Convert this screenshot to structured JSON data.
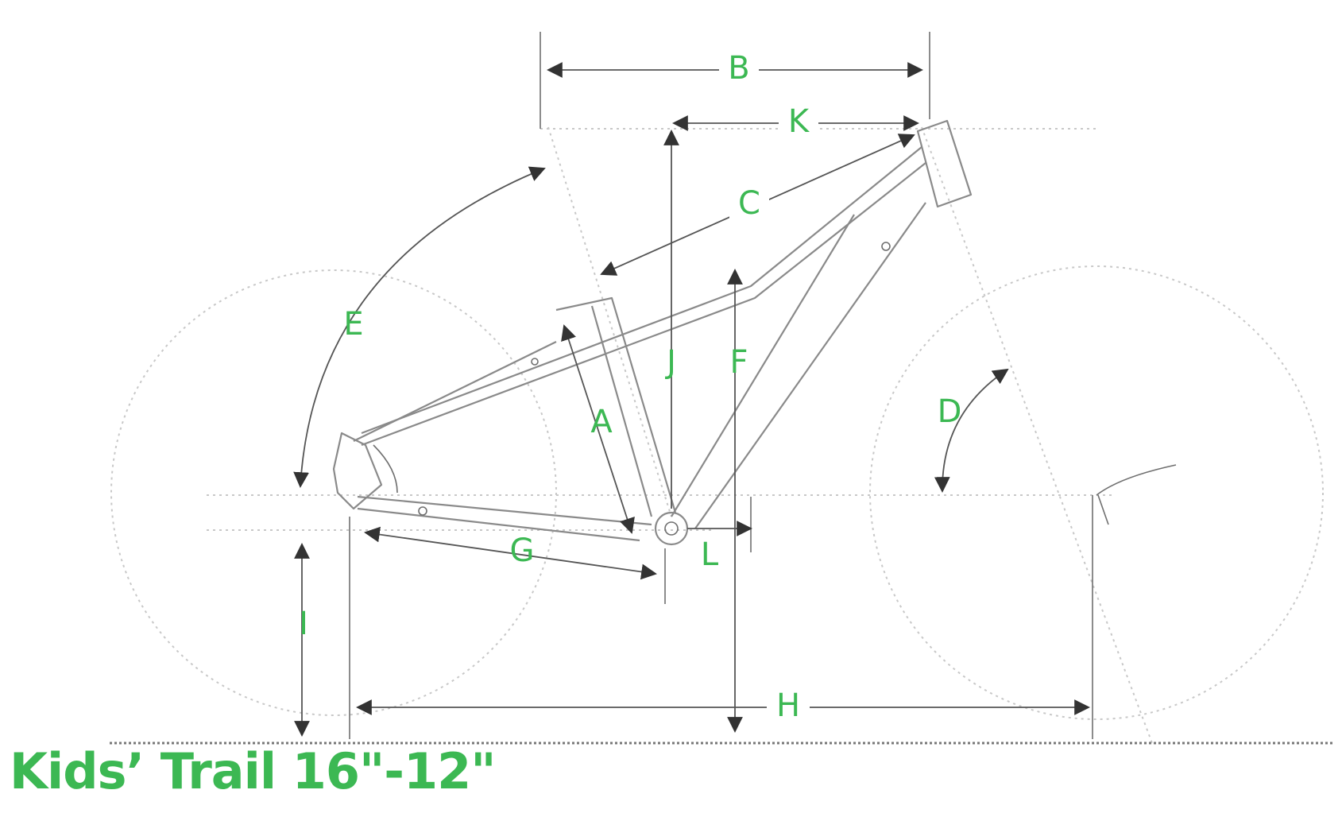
{
  "title": "Kids’ Trail 16\"-12\"",
  "labels": {
    "a": "A",
    "b": "B",
    "c": "C",
    "d": "D",
    "e": "E",
    "f": "F",
    "g": "G",
    "h": "H",
    "i": "I",
    "j": "J",
    "k": "K",
    "l": "L"
  },
  "colors": {
    "label": "#3cb853",
    "frame": "#8a8a8a",
    "guide": "#c8c8c8"
  }
}
